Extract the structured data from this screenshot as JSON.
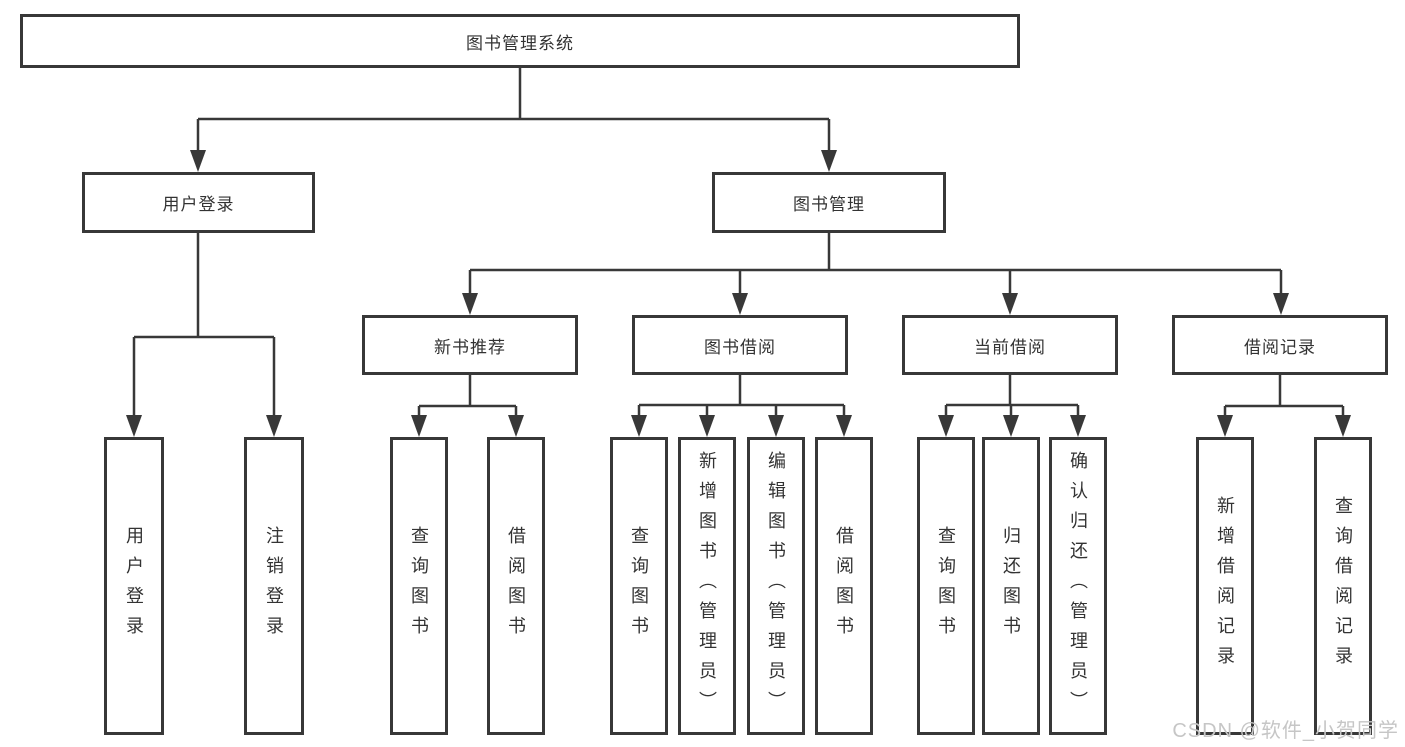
{
  "diagram_title": "图书管理系统",
  "nodes": {
    "root": {
      "label": "图书管理系统"
    },
    "level2": [
      {
        "label": "用户登录"
      },
      {
        "label": "图书管理"
      }
    ],
    "level3": [
      {
        "label": "新书推荐",
        "parent": "图书管理"
      },
      {
        "label": "图书借阅",
        "parent": "图书管理"
      },
      {
        "label": "当前借阅",
        "parent": "图书管理"
      },
      {
        "label": "借阅记录",
        "parent": "图书管理"
      }
    ],
    "leaves": [
      {
        "label": "用户登录",
        "parent": "用户登录"
      },
      {
        "label": "注销登录",
        "parent": "用户登录"
      },
      {
        "label": "查询图书",
        "parent": "新书推荐"
      },
      {
        "label": "借阅图书",
        "parent": "新书推荐"
      },
      {
        "label": "查询图书",
        "parent": "图书借阅"
      },
      {
        "label": "新增图书（管理员）",
        "parent": "图书借阅"
      },
      {
        "label": "编辑图书（管理员）",
        "parent": "图书借阅"
      },
      {
        "label": "借阅图书",
        "parent": "图书借阅"
      },
      {
        "label": "查询图书",
        "parent": "当前借阅"
      },
      {
        "label": "归还图书",
        "parent": "当前借阅"
      },
      {
        "label": "确认归还（管理员）",
        "parent": "当前借阅"
      },
      {
        "label": "新增借阅记录",
        "parent": "借阅记录"
      },
      {
        "label": "查询借阅记录",
        "parent": "借阅记录"
      }
    ]
  },
  "watermark": "CSDN @软件_小贺同学",
  "colors": {
    "line": "#383838",
    "text": "#333333",
    "background": "#ffffff",
    "watermark": "#c6c6c6"
  }
}
